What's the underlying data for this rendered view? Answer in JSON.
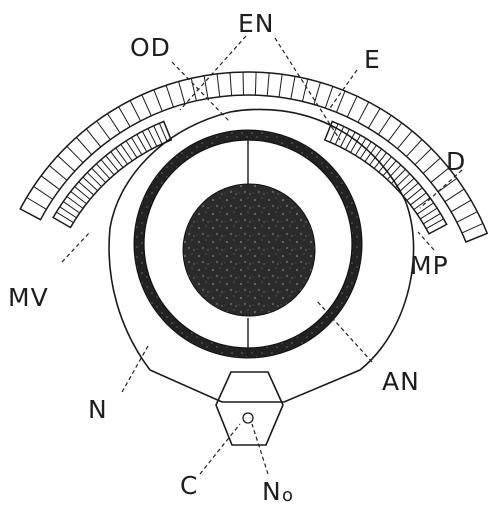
{
  "diagram": {
    "colors": {
      "ink": "#1a1a1a",
      "dark_fill": "#2e2e2e",
      "ring_fill": "#262626",
      "paper": "#ffffff"
    },
    "labels": {
      "od": "OD",
      "en": "EN",
      "e": "E",
      "d": "D",
      "mp": "MP",
      "mv": "MV",
      "n": "N",
      "an": "AN",
      "c": "C",
      "no_main": "N",
      "no_sub": "o"
    }
  }
}
